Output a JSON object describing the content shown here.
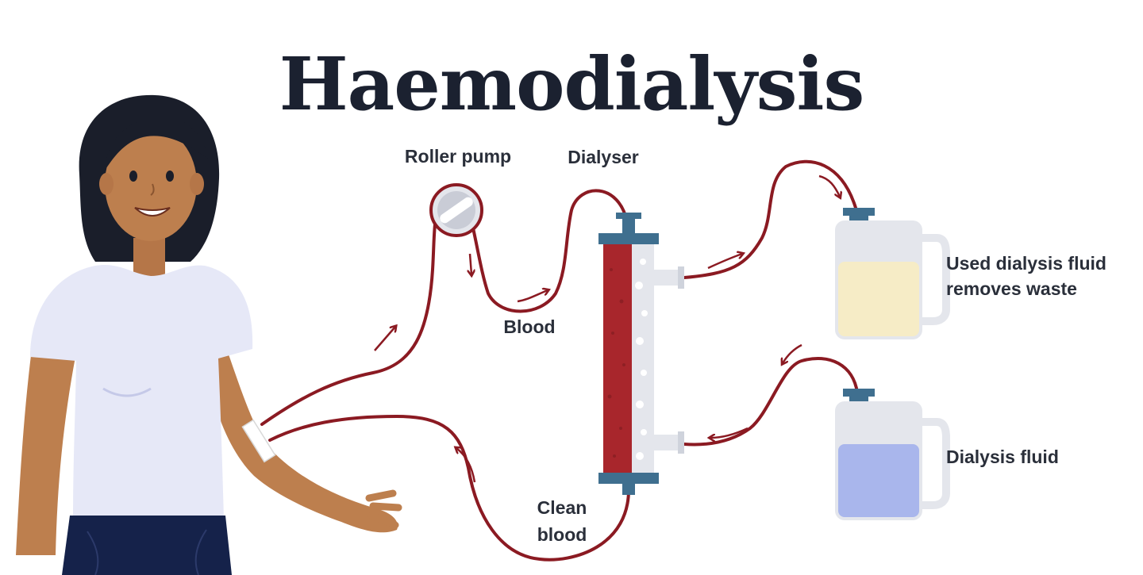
{
  "diagram": {
    "title": "Haemodialysis",
    "labels": {
      "roller_pump": "Roller pump",
      "dialyser": "Dialyser",
      "blood": "Blood",
      "clean_blood_line1": "Clean",
      "clean_blood_line2": "blood",
      "used_fluid_line1": "Used dialysis fluid",
      "used_fluid_line2": "removes waste",
      "dialysis_fluid": "Dialysis fluid"
    },
    "colors": {
      "tube": "#8b1a22",
      "blood": "#a8262c",
      "used_fluid": "#f6ecc6",
      "fresh_fluid": "#a9b6ec",
      "container": "#e4e6ec",
      "cap": "#3f6f8f",
      "shirt": "#e6e8f7",
      "skin": "#bd7f4e",
      "hair": "#1a1e2a",
      "jeans": "#15224a"
    },
    "icons": [
      "roller-pump-icon",
      "dialyser-icon",
      "fluid-container-icon",
      "person-illustration"
    ]
  }
}
